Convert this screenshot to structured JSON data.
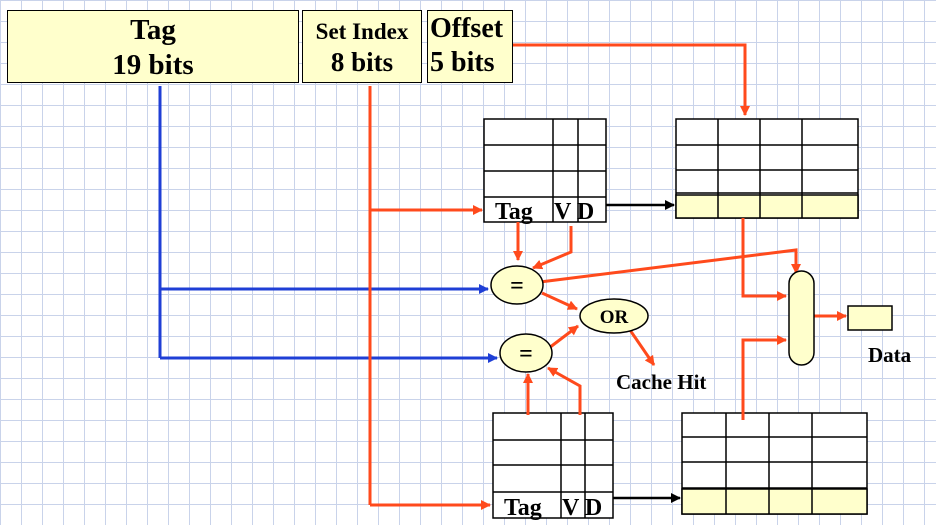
{
  "address": {
    "tag": {
      "name": "Tag",
      "bits": "19 bits"
    },
    "set_index": {
      "name": "Set Index",
      "bits": "8 bits"
    },
    "offset": {
      "name": "Offset",
      "bits": "5 bits"
    }
  },
  "ways": [
    {
      "tag_label": "Tag",
      "vd_label": "V D"
    },
    {
      "tag_label": "Tag",
      "vd_label": "V D"
    }
  ],
  "comparators": [
    "=",
    "="
  ],
  "or_gate": "OR",
  "cache_hit": "Cache Hit",
  "data_label": "Data",
  "colors": {
    "index_arrow": "#ff4a1c",
    "tag_arrow": "#1f3fd6",
    "highlight": "#ffffcc",
    "grid": "#c9d3ea"
  }
}
